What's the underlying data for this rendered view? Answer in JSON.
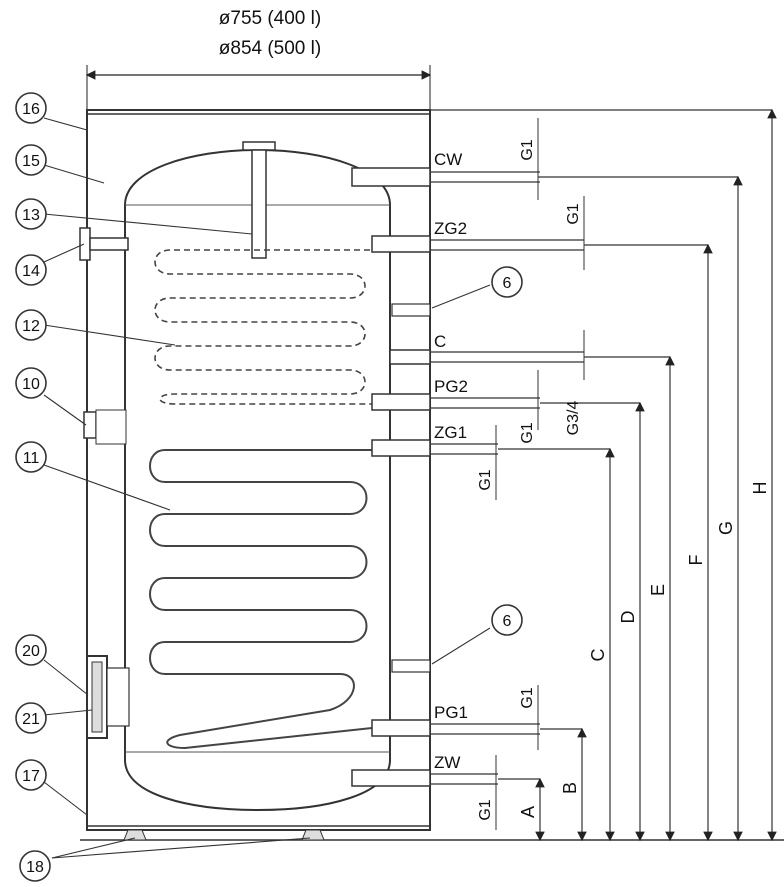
{
  "diameter": {
    "line1": "ø755 (400 l)",
    "line2": "ø854 (500 l)"
  },
  "callouts": [
    "16",
    "15",
    "13",
    "14",
    "12",
    "10",
    "11",
    "20",
    "21",
    "17",
    "18",
    "6",
    "6"
  ],
  "connections": [
    "CW",
    "ZG2",
    "C",
    "PG2",
    "ZG1",
    "PG1",
    "ZW"
  ],
  "threads": [
    "G1",
    "G1",
    "G1",
    "G1",
    "G3/4",
    "G1",
    "G1"
  ],
  "heights": [
    "A",
    "B",
    "C",
    "D",
    "E",
    "F",
    "G",
    "H"
  ]
}
